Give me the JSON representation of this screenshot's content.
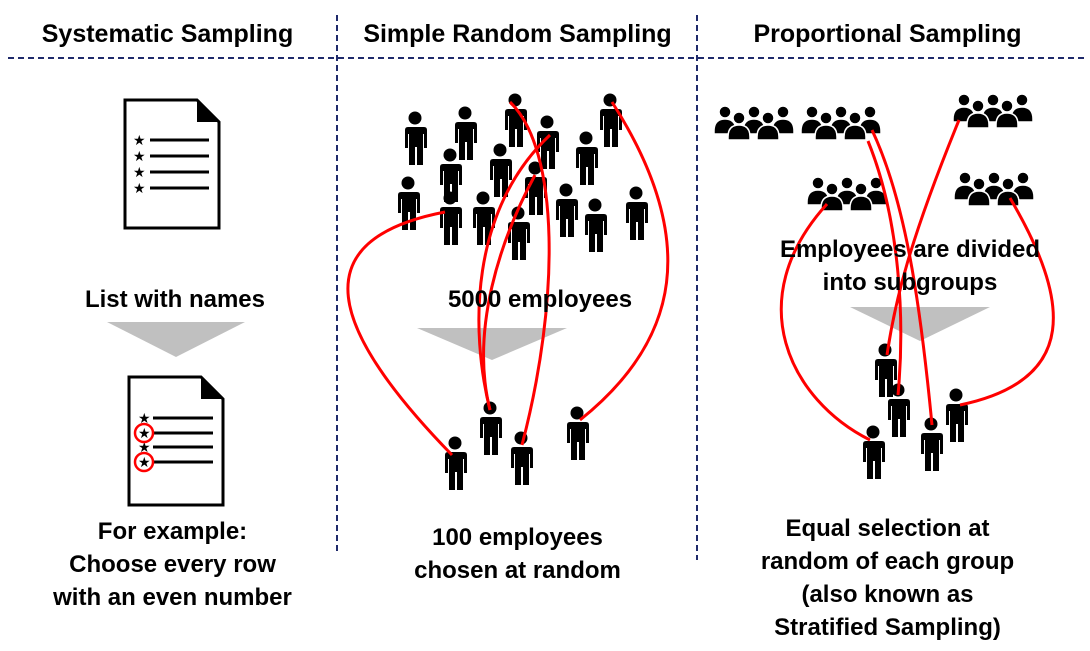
{
  "columns": [
    {
      "title": "Systematic Sampling",
      "top_label": "List with names",
      "bottom_label": [
        "For example:",
        "Choose every row",
        "with an even number"
      ]
    },
    {
      "title": "Simple Random Sampling",
      "top_label": "5000 employees",
      "bottom_label": [
        "100 employees",
        "chosen at random"
      ]
    },
    {
      "title": "Proportional Sampling",
      "top_label": [
        "Employees are divided",
        "into subgroups"
      ],
      "bottom_label": [
        "Equal selection at",
        "random of each group",
        "(also known as",
        "Stratified Sampling)"
      ]
    }
  ],
  "colors": {
    "divider": "#1f2a6b",
    "highlight": "#ff0000",
    "arrow": "#c0c0c0"
  }
}
